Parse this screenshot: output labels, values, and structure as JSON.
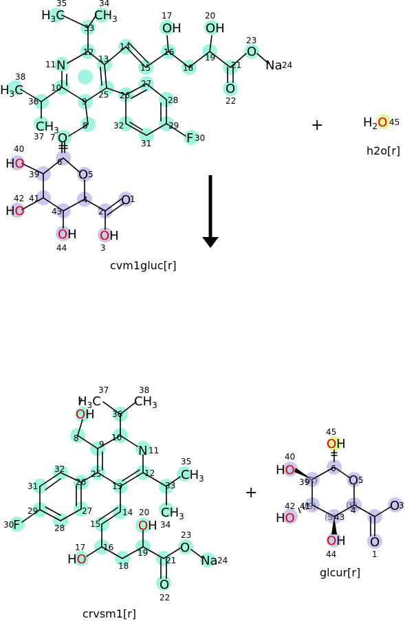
{
  "reaction": {
    "reactants": [
      {
        "name": "cvm1gluc[r]"
      },
      {
        "name": "h2o[r]",
        "atoms": {
          "O45": "O",
          "n45": "45"
        }
      }
    ],
    "products": [
      {
        "name": "crvsm1[r]"
      },
      {
        "name": "glcur[r]"
      }
    ],
    "operators": {
      "plus": "+"
    },
    "mol1": {
      "n35": "35",
      "n34": "34",
      "n33": "33",
      "n17": "17",
      "n20": "20",
      "n23": "23",
      "n14": "14",
      "n16": "16",
      "n19": "19",
      "n12": "12",
      "n11": "11",
      "n13": "13",
      "n15": "15",
      "n18": "18",
      "n21": "21",
      "n24": "24",
      "n38": "38",
      "n10": "10",
      "n36": "36",
      "n9": "9",
      "n25": "25",
      "n26": "26",
      "n27": "27",
      "n28": "28",
      "n22": "22",
      "n8": "8",
      "n32": "32",
      "n29": "29",
      "n30": "30",
      "n37": "37",
      "n7": "7",
      "n31": "31",
      "n40": "40",
      "n6": "6",
      "n39": "39",
      "n5": "5",
      "n42": "42",
      "n41": "41",
      "n4": "4",
      "n1": "1",
      "n2": "2",
      "n43": "43",
      "n44": "44",
      "n3": "3",
      "O17": "O",
      "O20": "O",
      "O23": "O",
      "Na24": "Na",
      "N11": "N",
      "O22": "O",
      "O7": "O",
      "F30": "F",
      "O5": "O",
      "O40": "O",
      "O42": "O",
      "O1": "O",
      "O44": "O",
      "O3": "O"
    },
    "mol3": {
      "n37": "37",
      "n38": "38",
      "n36": "36",
      "n7": "7",
      "n8": "8",
      "n9": "9",
      "n10": "10",
      "n11": "11",
      "n35": "35",
      "n12": "12",
      "n33": "33",
      "n32": "32",
      "n26": "26",
      "n25": "25",
      "n13": "13",
      "n31": "31",
      "n29": "29",
      "n30": "30",
      "n27": "27",
      "n28": "28",
      "n14": "14",
      "n15": "15",
      "n16": "16",
      "n17": "17",
      "n18": "18",
      "n19": "19",
      "n20": "20",
      "n34": "34",
      "n23": "23",
      "n24": "24",
      "n21": "21",
      "n22": "22",
      "O7": "O",
      "N11": "N",
      "F30": "F",
      "O20": "O",
      "O17": "O",
      "O23": "O",
      "Na24": "Na",
      "O22": "O"
    },
    "mol4": {
      "n45": "45",
      "n40": "40",
      "n6": "6",
      "n5": "5",
      "n39": "39",
      "n42": "42",
      "n41": "41",
      "n43": "43",
      "n4": "4",
      "n3": "3",
      "n44": "44",
      "n1": "1",
      "O45": "O",
      "O40": "O",
      "O5": "O",
      "O42": "O",
      "O44": "O",
      "O1": "O",
      "O3": "O",
      "sR39": "(R)",
      "sS41": "(S)",
      "sS43": "(S)",
      "sS4": "(S)"
    },
    "colors": {
      "cyan": "#9ff5e0",
      "lavender": "#c8c8f0",
      "yellow": "#e6f59a",
      "oxygen": "#e00000",
      "nitrogen": "#1f6ed8",
      "fluorine": "#46c832",
      "sodium": "#7a80e0"
    }
  }
}
